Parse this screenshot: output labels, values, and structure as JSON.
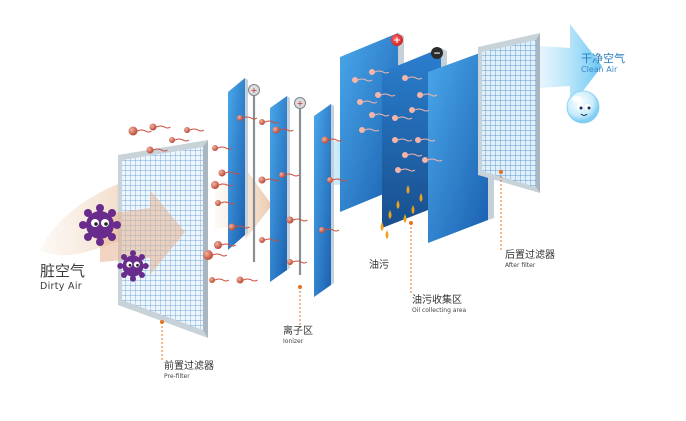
{
  "labels": {
    "dirty_air_zh": "脏空气",
    "dirty_air_en": "Dirty Air",
    "clean_air_zh": "干净空气",
    "clean_air_en": "Clean Air",
    "pre_filter_zh": "前置过滤器",
    "pre_filter_en": "Pre-filter",
    "ionizer_zh": "离子区",
    "ionizer_en": "Ionizer",
    "oil_zh": "油污",
    "oil_collecting_zh": "油污收集区",
    "oil_collecting_en": "Oil collecting area",
    "after_filter_zh": "后置过滤器",
    "after_filter_en": "After filter"
  },
  "plate_signs": {
    "positive": "+",
    "negative": "−"
  },
  "colors": {
    "panel_blue": "#1f6fc1",
    "panel_light": "#5fb6ee",
    "frame_gray": "#cfd8de",
    "virus_purple": "#6a2c8c",
    "particle_red": "#c8503e",
    "oil_orange": "#f0a21c",
    "leader_orange": "#e8701e",
    "flow_blue": "#8fd3f7",
    "flow_tan": "#e8c7a4"
  }
}
